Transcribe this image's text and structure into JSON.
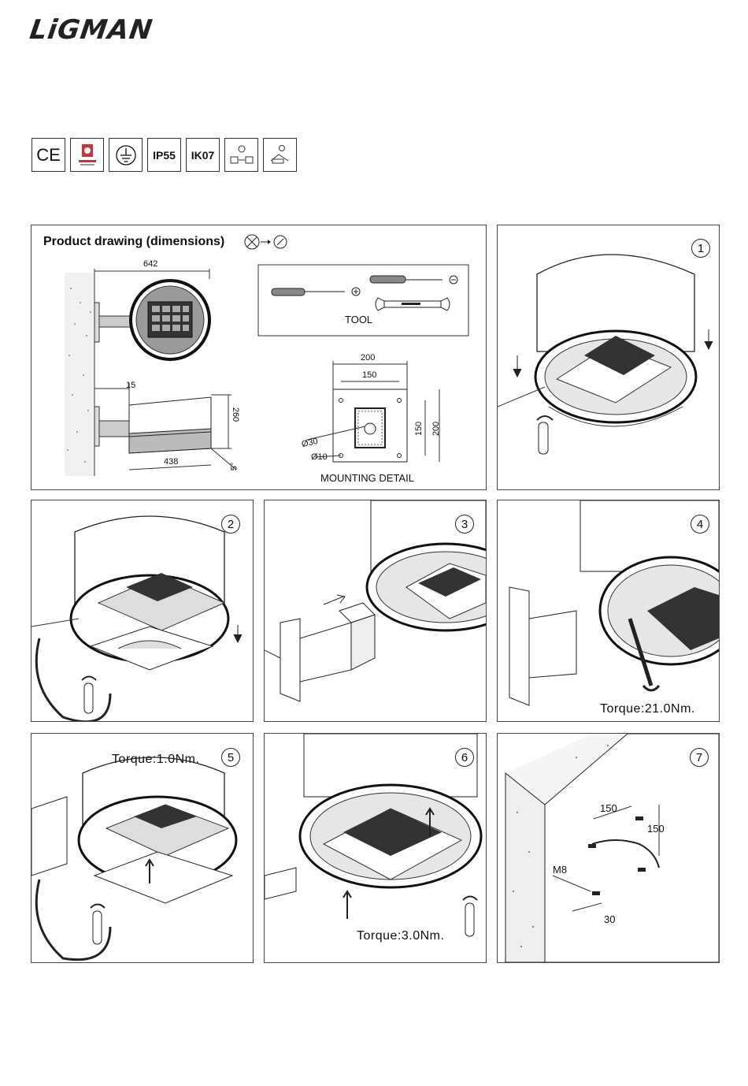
{
  "brand": {
    "logo": "LiGMAN"
  },
  "certifications": [
    {
      "label": "CE",
      "icon": "ce-mark-icon"
    },
    {
      "label": "",
      "icon": "quality-badge-icon"
    },
    {
      "label": "",
      "icon": "earth-ground-icon"
    },
    {
      "label": "IP55",
      "icon": "ip-rating"
    },
    {
      "label": "IK07",
      "icon": "ik-rating"
    },
    {
      "label": "",
      "icon": "install-height-icon"
    },
    {
      "label": "",
      "icon": "install-tool-icon"
    }
  ],
  "product_drawing": {
    "title": "Product drawing (dimensions)",
    "tool_label": "TOOL",
    "mounting_label": "MOUNTING DETAIL",
    "dims": {
      "width_top": "642",
      "wall_gap": "15",
      "height": "260",
      "depth": "438",
      "angle": "5°",
      "plate_outer": "200",
      "plate_inner": "150",
      "plate_v_inner": "150",
      "plate_v_outer": "200",
      "hole_large": "Ø30",
      "hole_small": "Ø10"
    }
  },
  "steps": [
    {
      "number": "1",
      "torque": ""
    },
    {
      "number": "2",
      "torque": ""
    },
    {
      "number": "3",
      "torque": ""
    },
    {
      "number": "4",
      "torque": "Torque:21.0Nm."
    },
    {
      "number": "5",
      "torque": "Torque:1.0Nm."
    },
    {
      "number": "6",
      "torque": "Torque:3.0Nm."
    },
    {
      "number": "7",
      "torque": ""
    }
  ],
  "step7_dims": {
    "h": "150",
    "v": "150",
    "bolt": "M8",
    "depth": "30"
  }
}
